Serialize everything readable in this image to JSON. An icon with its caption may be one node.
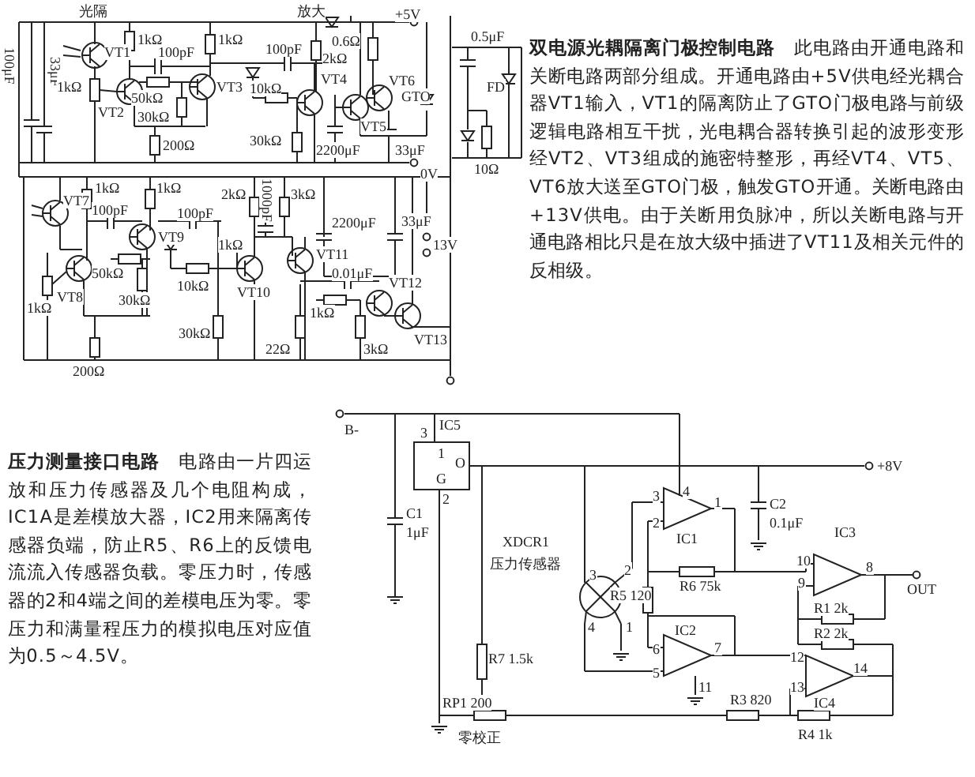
{
  "diagram": {
    "labels": [
      "光隔",
      "放大",
      "+5V",
      "100μF",
      "33μF",
      "VT1",
      "1kΩ",
      "1kΩ",
      "VT2",
      "100pF",
      "50kΩ",
      "30kΩ",
      "VT3",
      "1kΩ",
      "200Ω",
      "100pF",
      "10kΩ",
      "VT4",
      "30kΩ",
      "2kΩ",
      "0.6Ω",
      "VT5",
      "VT6",
      "2200μF",
      "33μF",
      "GTO",
      "0V",
      "0.5μF",
      "FD",
      "10Ω",
      "VT7",
      "1kΩ",
      "1kΩ",
      "100pF",
      "VT9",
      "100pF",
      "50kΩ",
      "1kΩ",
      "VT8",
      "30kΩ",
      "200Ω",
      "10kΩ",
      "30kΩ",
      "2kΩ",
      "1000pF",
      "3kΩ",
      "1kΩ",
      "VT10",
      "VT11",
      "0.01μF",
      "1kΩ",
      "22Ω",
      "3kΩ",
      "VT12",
      "VT13",
      "2200μF",
      "33μF",
      "13V",
      "B-",
      "IC5",
      "3",
      "1",
      "O",
      "G",
      "2",
      "C1",
      "1μF",
      "+8V",
      "C2",
      "0.1μF",
      "XDCR1",
      "压力传感器",
      "3",
      "2",
      "4",
      "1",
      "3",
      "2",
      "4",
      "1",
      "IC1",
      "R6 75k",
      "R5 120",
      "IC3",
      "10",
      "9",
      "8",
      "OUT",
      "R1 2k",
      "IC2",
      "R2 2k",
      "6",
      "5",
      "7",
      "11",
      "12",
      "13",
      "14",
      "IC4",
      "R7 1.5k",
      "RP1 200",
      "零校正",
      "R3 820",
      "R4 1k",
      "**双电源光耦隔离门极控制电路**　此电路由开通电路和关断电路两部分组成。开通电路由+5V供电经光耦合器VT1输入，VT1的隔离防止了GTO门极电路与前级逻辑电路相互干扰，光电耦合器转换引起的波形变形经VT2、VT3组成的施密特整形，再经VT4、VT5、VT6放大送至GTO门极，触发GTO开通。关断电路由+13V供电。由于关断用负脉冲，所以关断电路与开通电路相比只是在放大级中插进了VT11及相关元件的反相级。",
      "**压力测量接口电路**　电路由一片四运放和压力传感器及几个电阻构成，IC1A是差模放大器，IC2用来隔离传感器负端，防止R5、R6上的反馈电流流入传感器负载。零压力时，传感器的2和4端之间的差模电压为零。零压力和满量程压力的模拟电压对应值为0.5～4.5V。"
    ]
  }
}
